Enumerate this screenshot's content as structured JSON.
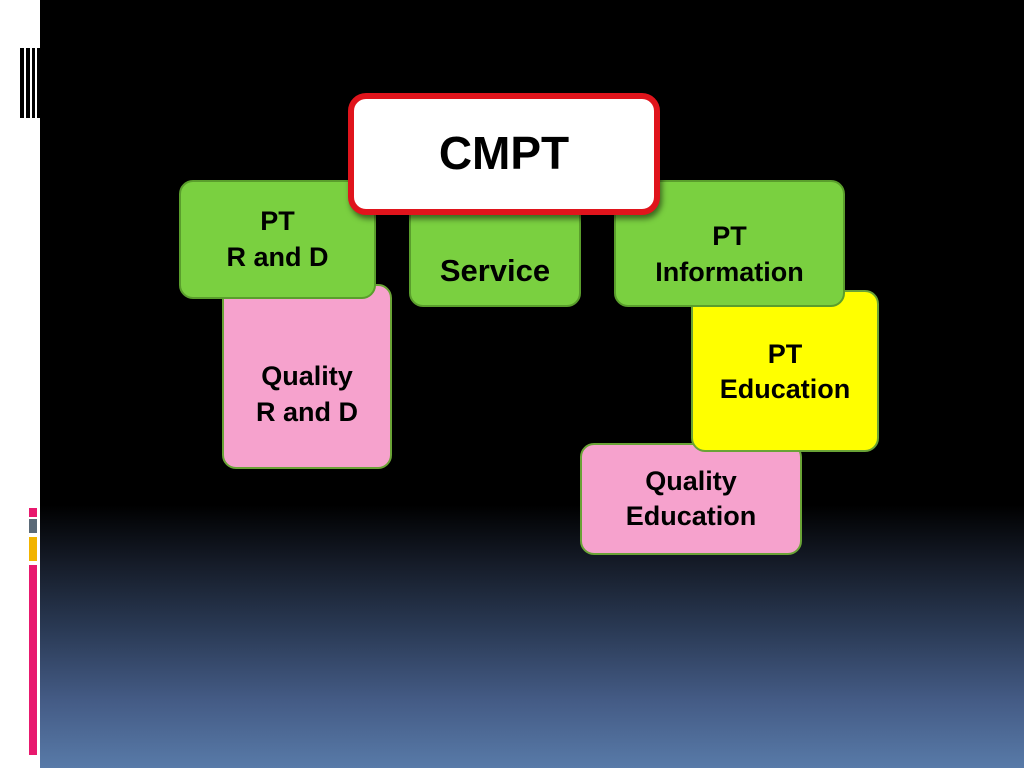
{
  "diagram": {
    "root": {
      "label": "CMPT"
    },
    "nodes": [
      {
        "id": "pt-rnd",
        "lines": [
          "PT",
          "R and D"
        ]
      },
      {
        "id": "service",
        "lines": [
          "Service"
        ]
      },
      {
        "id": "pt-information",
        "lines": [
          "PT",
          "Information"
        ]
      },
      {
        "id": "quality-rnd",
        "lines": [
          "Quality",
          "R and D"
        ]
      },
      {
        "id": "pt-education",
        "lines": [
          "PT",
          "Education"
        ]
      },
      {
        "id": "quality-education",
        "lines": [
          "Quality",
          "Education"
        ]
      }
    ]
  },
  "colors": {
    "root_border": "#e0141c",
    "green": "#7ad040",
    "pink": "#f6a2cd",
    "yellow": "#ffff00",
    "accent_pink": "#e8196e",
    "accent_gray": "#5b6a78",
    "accent_yellow": "#f2b400"
  }
}
